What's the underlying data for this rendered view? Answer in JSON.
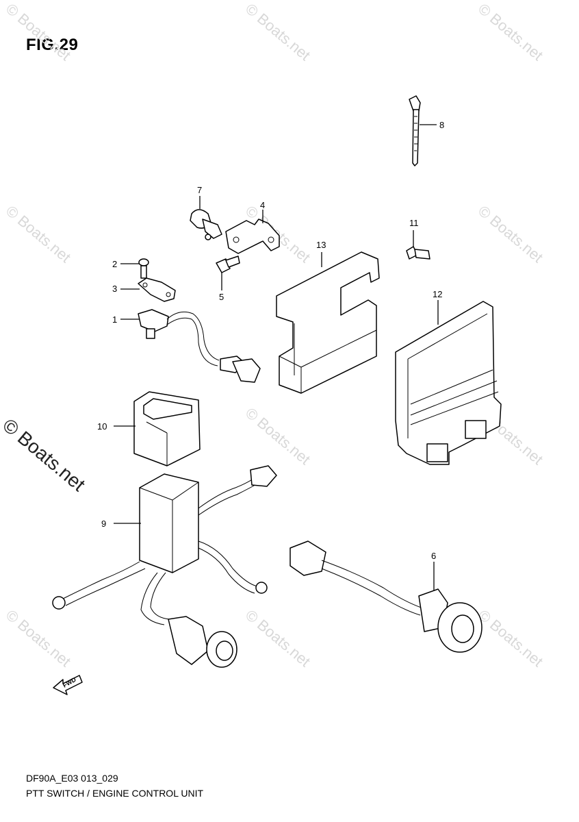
{
  "figure": {
    "title": "FIG.29"
  },
  "footer": {
    "code": "DF90A_E03 013_029",
    "caption": "PTT SWITCH / ENGINE CONTROL UNIT"
  },
  "watermark": {
    "text": "© Boats.net"
  },
  "fwd_arrow": {
    "label": "FWD"
  },
  "callouts": [
    "1",
    "2",
    "3",
    "4",
    "5",
    "6",
    "7",
    "8",
    "9",
    "10",
    "11",
    "12",
    "13"
  ]
}
